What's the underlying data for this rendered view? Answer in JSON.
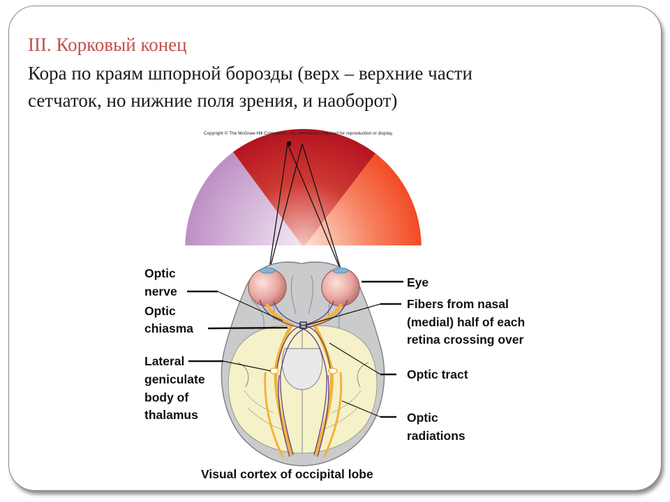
{
  "slide": {
    "title": "III. Корковый конец",
    "body_line1": "Кора по краям шпорной борозды (верх – верхние части",
    "body_line2": "сетчаток, но нижние поля зрения, и наоборот)"
  },
  "diagram": {
    "copyright": "Copyright © The McGraw-Hill Companies, Inc. Permission required for reproduction or display.",
    "labels": {
      "optic_nerve_1": "Optic",
      "optic_nerve_2": "nerve",
      "optic_chiasma_1": "Optic",
      "optic_chiasma_2": "chiasma",
      "lgb_1": "Lateral",
      "lgb_2": "geniculate",
      "lgb_3": "body of",
      "lgb_4": "thalamus",
      "eye": "Eye",
      "fibers_1": "Fibers from nasal",
      "fibers_2": "(medial) half of each",
      "fibers_3": "retina crossing over",
      "optic_tract": "Optic tract",
      "optic_radiations_1": "Optic",
      "optic_radiations_2": "radiations",
      "visual_cortex": "Visual cortex of occipital lobe"
    },
    "colors": {
      "field_left": "#c9a2cf",
      "field_center": "#c0262b",
      "field_right": "#f0542e",
      "nerve_fiber": "#f5b43a",
      "fiber_purple": "#5b3f8a",
      "brain_gray": "#c9cbcd",
      "brain_white": "#f4f0c8",
      "eye_pink": "#e7a6a0"
    }
  }
}
